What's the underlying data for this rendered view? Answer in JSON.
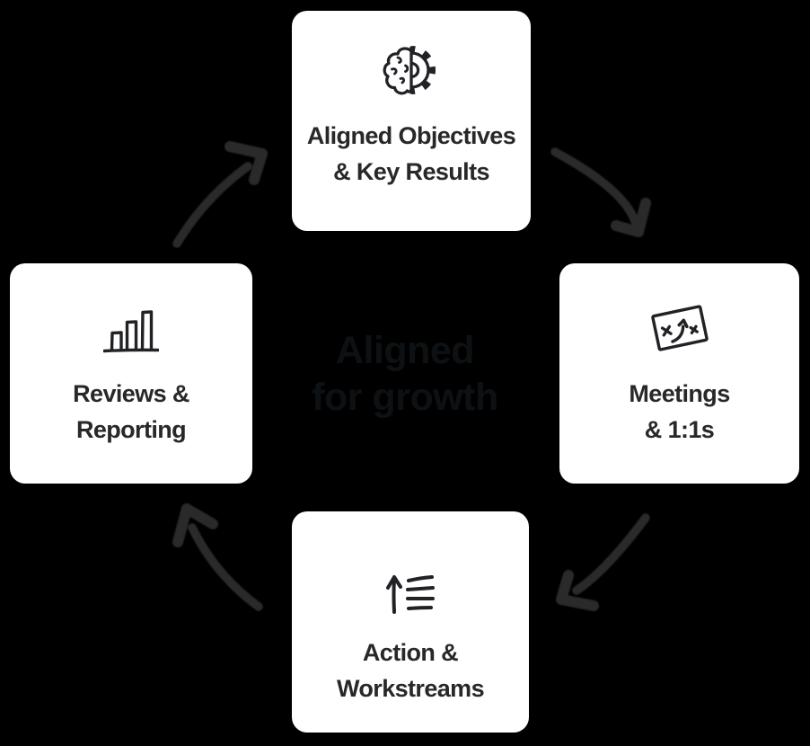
{
  "canvas": {
    "background": "#000000",
    "card_bg": "#ffffff",
    "card_text_color": "#27282a",
    "arrow_color": "#2b2b2b",
    "center_text_color": "#0e1114",
    "icon_color": "#202225"
  },
  "center": {
    "line1": "Aligned",
    "line2": "for growth"
  },
  "nodes": [
    {
      "icon": "brain-gear-icon",
      "line1": "Aligned Objectives",
      "line2": "& Key Results"
    },
    {
      "icon": "strategy-board-icon",
      "line1": "Meetings",
      "line2": "& 1:1s"
    },
    {
      "icon": "action-list-icon",
      "line1": "Action &",
      "line2": "Workstreams"
    },
    {
      "icon": "bar-chart-icon",
      "line1": "Reviews &",
      "line2": "Reporting"
    }
  ],
  "cycle": "clockwise"
}
